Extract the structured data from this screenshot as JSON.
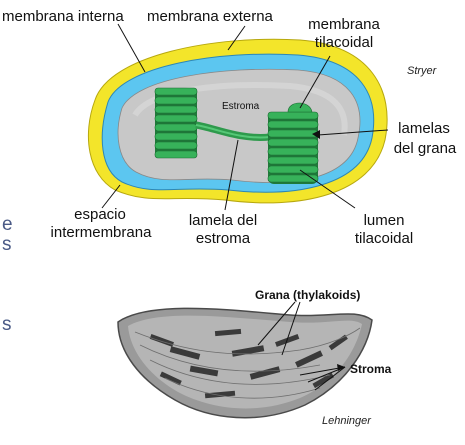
{
  "top_diagram": {
    "labels": {
      "membrana_interna": "membrana interna",
      "membrana_externa": "membrana externa",
      "membrana_tilacoidal_1": "membrana",
      "membrana_tilacoidal_2": "tilacoidal",
      "estroma_inner": "Estroma",
      "lamelas_1": "lamelas",
      "lamelas_2": "del grana",
      "espacio_1": "espacio",
      "espacio_2": "intermembrana",
      "lamela_1": "lamela del",
      "lamela_2": "estroma",
      "lumen_1": "lumen",
      "lumen_2": "tilacoidal"
    },
    "credit": "Stryer"
  },
  "bottom_diagram": {
    "grana_label": "Grana (thylakoids)",
    "stroma_label": "Stroma",
    "credit": "Lehninger"
  },
  "side_fragments": {
    "e": "e",
    "s1": "s",
    "s2": "s"
  },
  "colors": {
    "outer_membrane": "#f3e52a",
    "inner_membrane": "#5cc6f0",
    "stroma": "#c4c4c4",
    "grana": "#2e9a4c"
  }
}
